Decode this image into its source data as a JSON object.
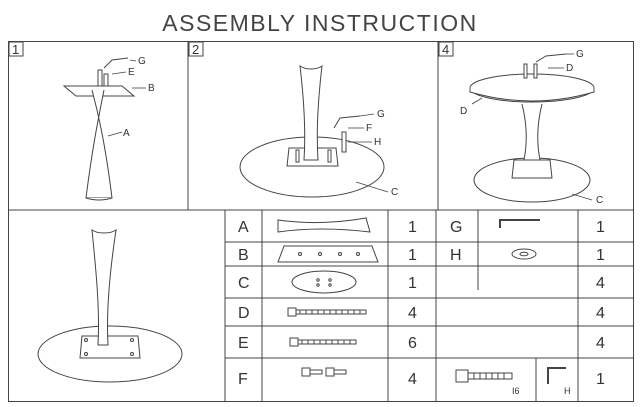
{
  "title": "ASSEMBLY  INSTRUCTION",
  "steps": [
    {
      "number": "1",
      "callouts": [
        "G",
        "E",
        "B",
        "A"
      ]
    },
    {
      "number": "2",
      "callouts": [
        "G",
        "F",
        "H",
        "C"
      ]
    },
    {
      "number": "4",
      "callouts": [
        "G",
        "D",
        "D",
        "C"
      ]
    }
  ],
  "parts_left": [
    {
      "letter": "A",
      "qty": "1",
      "icon": "table-leg-icon"
    },
    {
      "letter": "B",
      "qty": "1",
      "icon": "mounting-plate-icon"
    },
    {
      "letter": "C",
      "qty": "1",
      "icon": "round-base-icon"
    },
    {
      "letter": "D",
      "qty": "4",
      "icon": "long-bolt-icon"
    },
    {
      "letter": "E",
      "qty": "6",
      "icon": "medium-bolt-icon"
    },
    {
      "letter": "F",
      "qty": "4",
      "icon": "short-bolts-icon"
    }
  ],
  "parts_right": [
    {
      "letter": "G",
      "qty": "1",
      "icon": "allen-key-icon"
    },
    {
      "letter": "H",
      "qty": "1",
      "icon": "washer-icon"
    },
    {
      "letter": "",
      "qty": "4",
      "icon": ""
    },
    {
      "letter": "",
      "qty": "4",
      "icon": ""
    },
    {
      "letter": "",
      "qty": "4",
      "icon": ""
    },
    {
      "letter": "",
      "qty": "1",
      "icon": "extra-hardware-icon",
      "bolt_label": "I6",
      "key_label": "H"
    }
  ]
}
